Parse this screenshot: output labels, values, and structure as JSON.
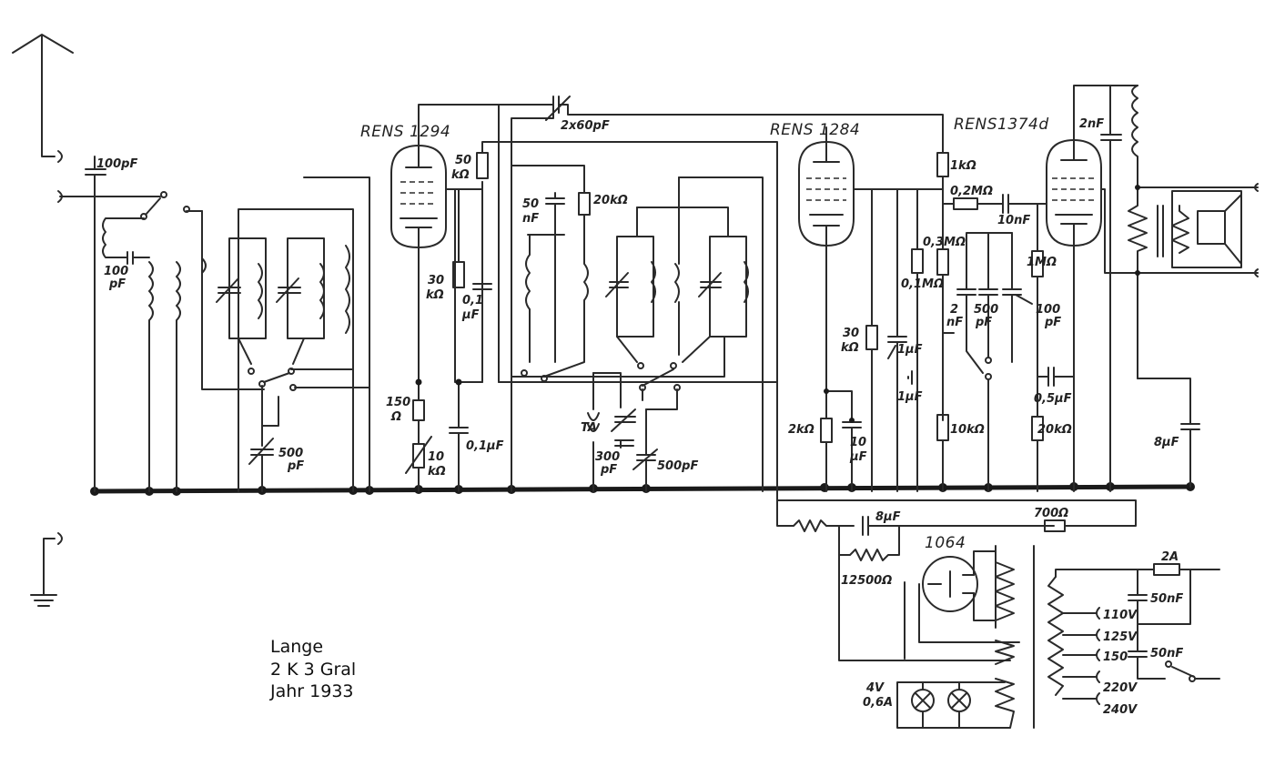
{
  "caption": {
    "line1": "Lange",
    "line2": "2 K 3 Gral",
    "line3": "Jahr 1933"
  },
  "tubes": {
    "t1": "RENS 1294",
    "t2": "RENS 1284",
    "t3": "RENS1374d",
    "rect": "1064"
  },
  "labels": {
    "c_ant": "100pF",
    "c_100a": "100",
    "c_100b": "pF",
    "c_500a": "500",
    "c_500b": "pF",
    "r_50a": "50",
    "r_50b": "kΩ",
    "r_30a": "30",
    "r_30b": "kΩ",
    "c_01a": "0,1",
    "c_01b": "µF",
    "r_150a": "150",
    "r_150b": "Ω",
    "r_10a": "10",
    "r_10b": "kΩ",
    "c_01c": "0,1µF",
    "c_2x60": "2x60pF",
    "c_50na": "50",
    "c_50nb": "nF",
    "r_20k": "20kΩ",
    "ta": "TA",
    "c_300a": "300",
    "c_300b": "pF",
    "c_500pf": "500pF",
    "r_2k": "2kΩ",
    "c_10a": "10",
    "c_10b": "µF",
    "r_30k2a": "30",
    "r_30k2b": "kΩ",
    "c_1uf1": "1µF",
    "c_1uf2": "1µF",
    "r_1k": "1kΩ",
    "r_02m": "0,2MΩ",
    "c_10nf": "10nF",
    "r_03m": "0,3MΩ",
    "r_01m": "0,1MΩ",
    "c_2nf_a": "2",
    "c_2nf_b": "nF",
    "c_500b_a": "500",
    "c_500b_b": "pF",
    "c_100b_a": "100",
    "c_100b_b": "pF",
    "r_1m": "1MΩ",
    "r_10k": "10kΩ",
    "r_20k2": "20kΩ",
    "c_05": "0,5µF",
    "c_2nf": "2nF",
    "c_8uf1": "8µF",
    "c_8uf2": "8µF",
    "r_700": "700Ω",
    "r_12500": "12500Ω",
    "f_2a": "2A",
    "c_50nf1": "50nF",
    "c_50nf2": "50nF",
    "v_110": "110V",
    "v_125": "125V",
    "v_150": "150",
    "v_220": "220V",
    "v_240": "240V",
    "lamp_a": "4V",
    "lamp_b": "0,6A"
  },
  "colors": {
    "ink": "#2a2a2a",
    "paper": "#ffffff"
  }
}
